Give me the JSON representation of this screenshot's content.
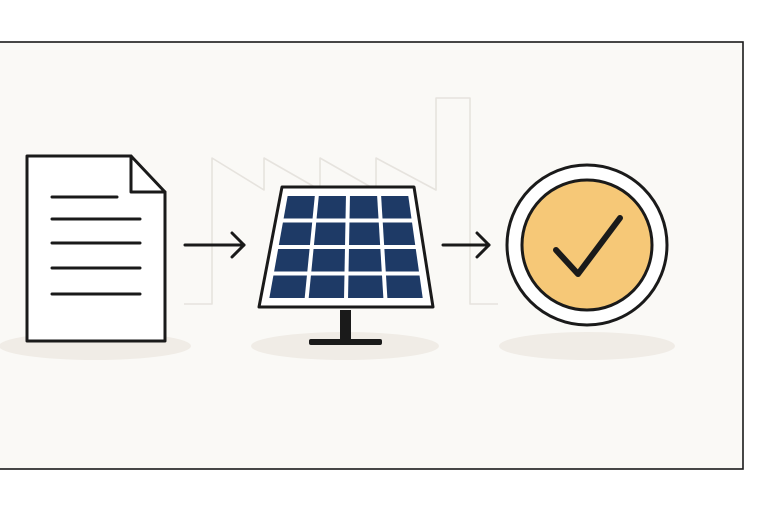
{
  "diagram": {
    "steps": [
      {
        "id": "document",
        "icon": "document-icon"
      },
      {
        "id": "solar-panel",
        "icon": "solar-panel-icon"
      },
      {
        "id": "approval",
        "icon": "checkmark-badge-icon"
      }
    ],
    "connectors": [
      {
        "from": "document",
        "to": "solar-panel",
        "icon": "arrow-right-icon"
      },
      {
        "from": "solar-panel",
        "to": "approval",
        "icon": "arrow-right-icon"
      }
    ],
    "background_icon": "factory-icon",
    "colors": {
      "page": "#ffffff",
      "panel_background": "#faf9f6",
      "outline": "#1a1a1a",
      "solar_cell": "#1e3a66",
      "badge_fill": "#f6c877",
      "factory_line": "#e6e3de",
      "shadow": "#f0ece6"
    }
  }
}
